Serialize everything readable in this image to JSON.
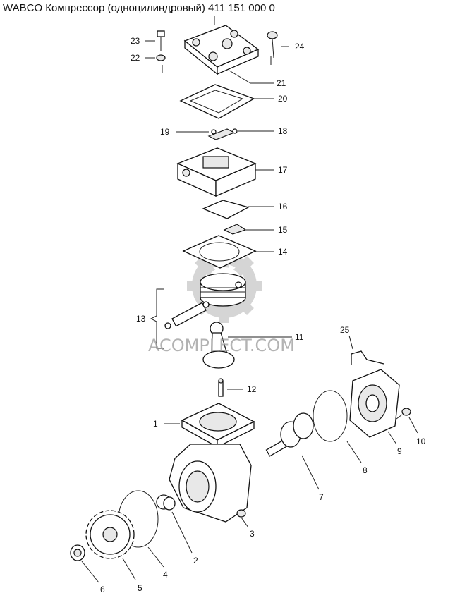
{
  "title": "WABCO Компрессор (одноцилиндровый) 411 151 000 0",
  "watermark": "ACOMPLECT.COM",
  "labels": {
    "p1": "1",
    "p2": "2",
    "p3": "3",
    "p4": "4",
    "p5": "5",
    "p6": "6",
    "p7": "7",
    "p8": "8",
    "p9": "9",
    "p10": "10",
    "p11": "11",
    "p12": "12",
    "p13": "13",
    "p14": "14",
    "p15": "15",
    "p16": "16",
    "p17": "17",
    "p18": "18",
    "p19": "19",
    "p20": "20",
    "p21": "21",
    "p22": "22",
    "p23": "23",
    "p24": "24",
    "p25": "25"
  }
}
